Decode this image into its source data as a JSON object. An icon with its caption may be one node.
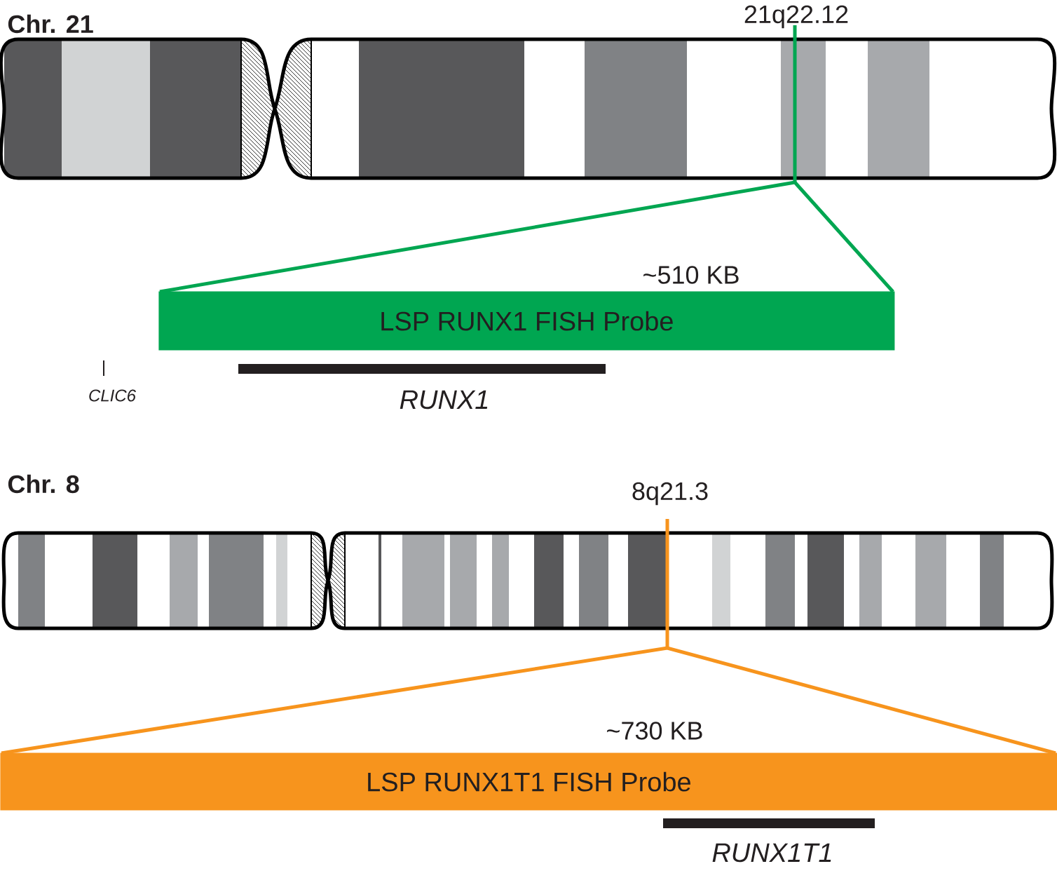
{
  "diagram": {
    "nodes": [
      {
        "text": [
          "LSP RUNX1 FISH Probe"
        ],
        "beside": [
          "~510 KB"
        ]
      },
      {
        "text": [
          "LSP RUNX1T1 FISH Probe"
        ],
        "beside": [
          "~730 KB"
        ]
      }
    ],
    "labels": [
      "Chr. 21",
      "21q22.12",
      "CLIC6",
      "RUNX1",
      "Chr. 8",
      "8q21.3",
      "RUNX1T1"
    ]
  }
}
